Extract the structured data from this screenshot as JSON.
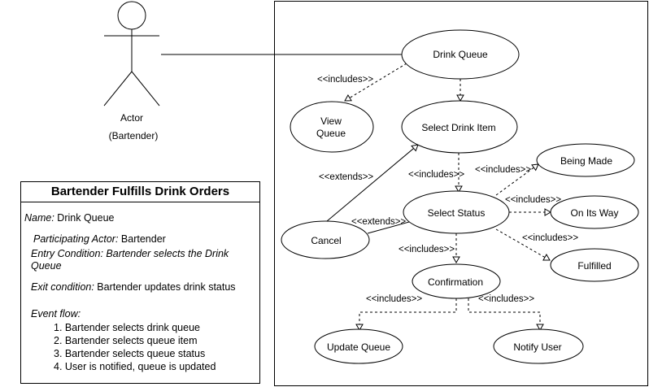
{
  "actor": {
    "label": "Actor",
    "role": "(Bartender)"
  },
  "use_cases": {
    "drink_queue": "Drink Queue",
    "view_queue_line1": "View",
    "view_queue_line2": "Queue",
    "select_drink_item": "Select Drink Item",
    "select_status": "Select Status",
    "cancel": "Cancel",
    "being_made": "Being Made",
    "on_its_way": "On Its Way",
    "fulfilled": "Fulfilled",
    "confirmation": "Confirmation",
    "update_queue": "Update Queue",
    "notify_user": "Notify User"
  },
  "relations": {
    "queue_view": "<<includes>>",
    "item_status": "<<includes>>",
    "cancel_item": "<<extends>>",
    "cancel_status": "<<extends>>",
    "status_being_made": "<<includes>>",
    "status_on_its_way": "<<includes>>",
    "status_fulfilled": "<<includes>>",
    "status_confirmation": "<<includes>>",
    "confirmation_update": "<<includes>>",
    "confirmation_notify": "<<includes>>"
  },
  "description": {
    "title": "Bartender Fulfills Drink Orders",
    "name_label": "Name:",
    "name_value": " Drink Queue",
    "actor_label": "Participating Actor:",
    "actor_value": " Bartender",
    "entry_line1": "Entry Condition: Bartender selects the Drink",
    "entry_line2": "Queue",
    "exit_label": "Exit condition:",
    "exit_value": "  Bartender updates drink status",
    "flow_label": "Event flow:",
    "flow_steps": [
      "1. Bartender selects drink queue",
      "2. Bartender selects queue item",
      "3. Bartender selects queue status",
      "4. User is notified, queue is updated"
    ]
  }
}
